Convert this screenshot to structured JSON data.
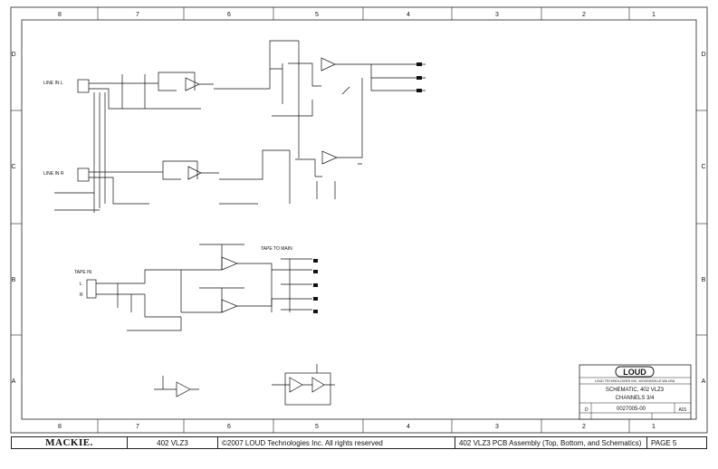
{
  "grid": {
    "columns": [
      "8",
      "7",
      "6",
      "5",
      "4",
      "3",
      "2",
      "1"
    ],
    "rows": [
      "D",
      "C",
      "B",
      "A"
    ]
  },
  "labels": {
    "line_in_l": "LINE IN  L",
    "line_in_r": "LINE IN  R",
    "tape_in": "TAPE IN",
    "tape_in_l": "L",
    "tape_in_r": "R",
    "tape_to_main": "TAPE TO MAIN"
  },
  "title_block": {
    "logo": "LOUD",
    "company": "LOUD TECHNOLOGIES INC. WOODINVILLE WA USA",
    "title": "SCHEMATIC, 402 VLZ3",
    "subtitle": "CHANNELS 3/4",
    "doc_number": "0027005-00",
    "revision": "A01",
    "size": "D"
  },
  "footer": {
    "brand": "MACKIE.",
    "model": "402 VLZ3",
    "copyright": "©2007 LOUD Technologies Inc.  All rights reserved",
    "description": "402 VLZ3 PCB Assembly (Top, Bottom, and Schematics)",
    "page": "PAGE 5"
  }
}
